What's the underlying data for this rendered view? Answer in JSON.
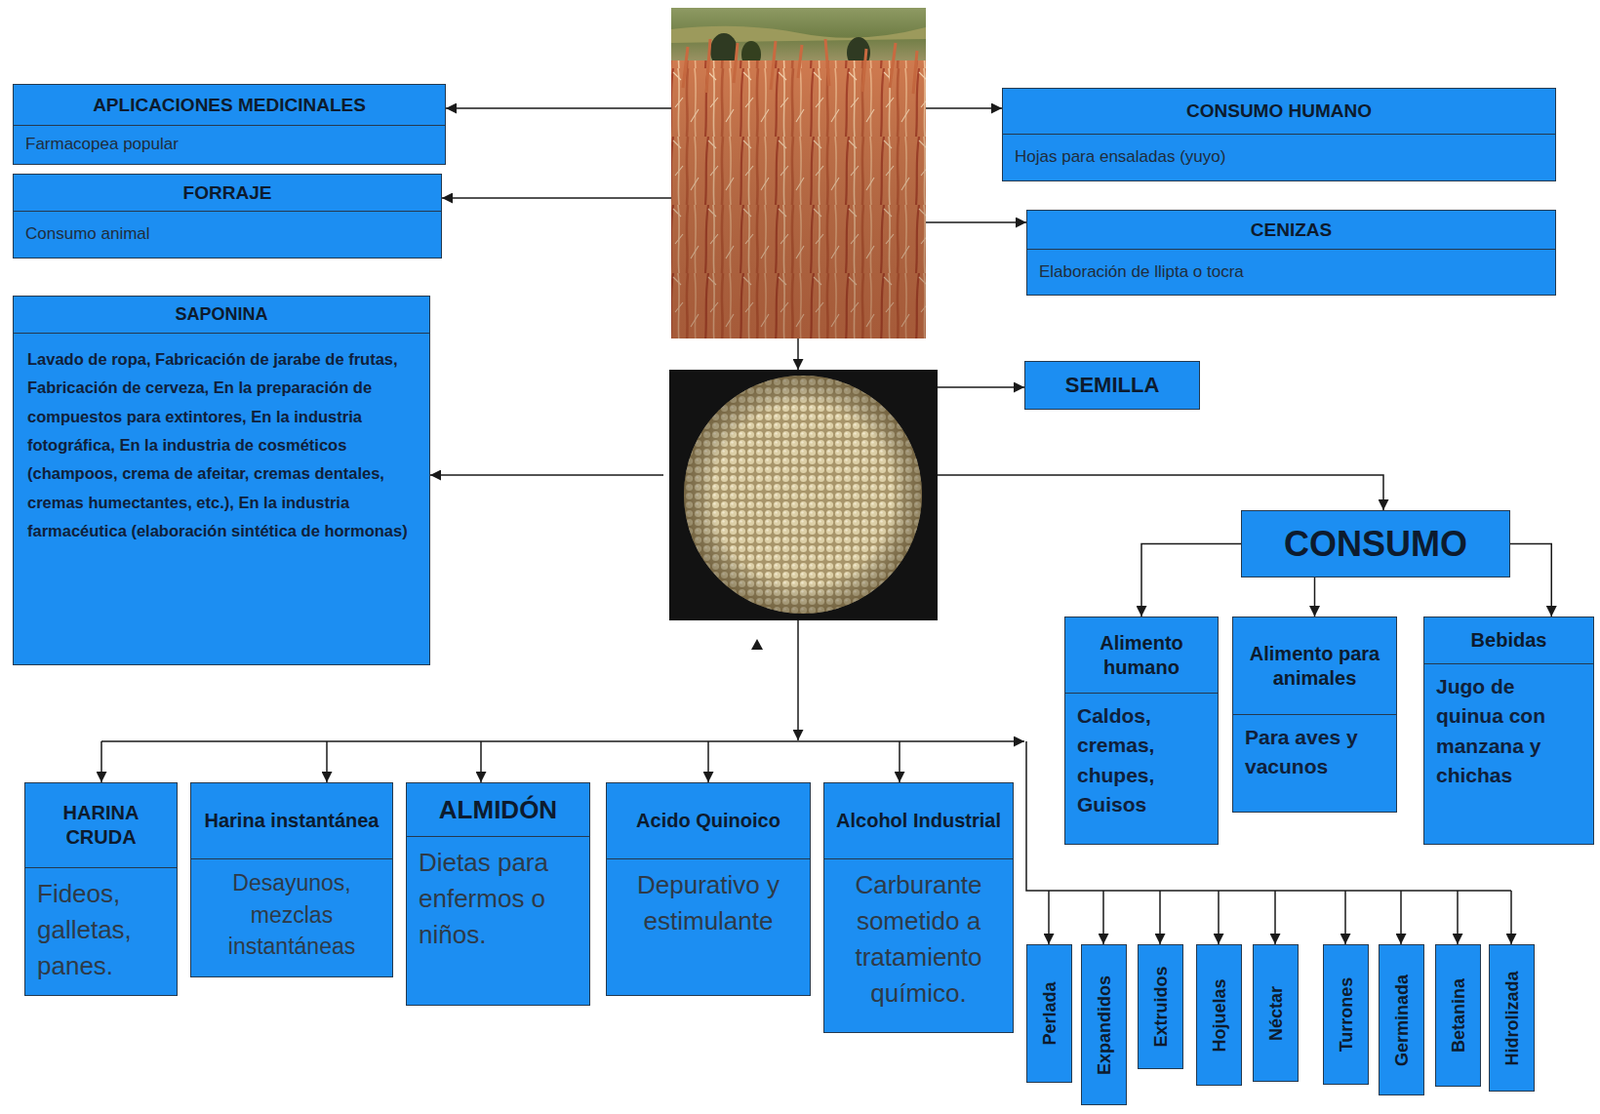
{
  "diagram": {
    "nodes": [
      {
        "text": [
          "APLICACIONES MEDICINALES",
          "Farmacopea popular"
        ]
      },
      {
        "text": [
          "CONSUMO HUMANO",
          "Hojas para ensaladas (yuyo)"
        ]
      },
      {
        "text": [
          "FORRAJE",
          "Consumo animal"
        ]
      },
      {
        "text": [
          "CENIZAS",
          "Elaboración de llipta o tocra"
        ]
      },
      {
        "text": [
          "SAPONINA",
          "Lavado de ropa, Fabricación de jarabe de frutas, Fabricación de cerveza, En la preparación de compuestos para extintores, En la industria fotográfica, En la industria de cosméticos (champoos, crema de afeitar, cremas dentales, cremas humectantes, etc.), En la industria farmacéutica (elaboración sintética de hormonas)"
        ]
      },
      {
        "text": [
          "SEMILLA"
        ]
      },
      {
        "text": [
          "CONSUMO"
        ]
      },
      {
        "text": [
          "Alimento humano",
          "Caldos, cremas, chupes, Guisos"
        ]
      },
      {
        "text": [
          "Alimento para animales",
          "Para aves y vacunos"
        ]
      },
      {
        "text": [
          "Bebidas",
          "Jugo de quinua con manzana y chichas"
        ]
      },
      {
        "text": [
          "HARINA CRUDA",
          "Fideos, galletas, panes."
        ]
      },
      {
        "text": [
          "Harina instantánea",
          "Desayunos, mezclas instantáneas"
        ]
      },
      {
        "text": [
          "ALMIDÓN",
          "Dietas para enfermos o niños."
        ]
      },
      {
        "text": [
          "Acido Quinoico",
          "Depurativo y estimulante"
        ]
      },
      {
        "text": [
          "Alcohol Industrial",
          "Carburante sometido a tratamiento químico."
        ]
      },
      {
        "text": [
          "Perlada"
        ]
      },
      {
        "text": [
          "Expandidos"
        ]
      },
      {
        "text": [
          "Extruidos"
        ]
      },
      {
        "text": [
          "Hojuelas"
        ]
      },
      {
        "text": [
          "Néctar"
        ]
      },
      {
        "text": [
          "Turrones"
        ]
      },
      {
        "text": [
          "Germinada"
        ]
      },
      {
        "text": [
          "Betanina"
        ]
      },
      {
        "text": [
          "Hidrolizada"
        ]
      }
    ],
    "edges": [
      {
        "from": 6,
        "to": 7,
        "arrow": "to"
      },
      {
        "from": 6,
        "to": 8,
        "arrow": "to"
      },
      {
        "from": 6,
        "to": 9,
        "arrow": "to"
      }
    ]
  }
}
